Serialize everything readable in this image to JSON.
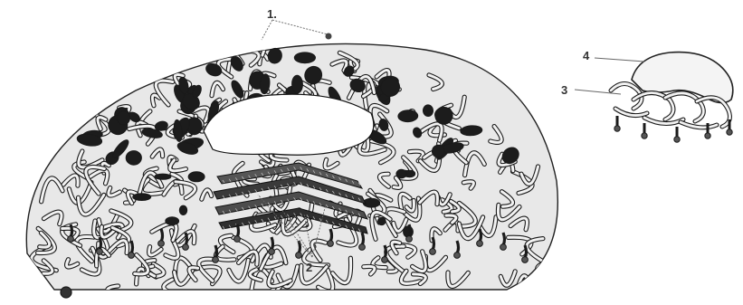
{
  "figure": {
    "callouts": [
      {
        "id": "1",
        "label": "1."
      },
      {
        "id": "2",
        "label": "2"
      },
      {
        "id": "3",
        "label": "3"
      },
      {
        "id": "4",
        "label": "4"
      }
    ]
  },
  "colors": {
    "ink": "#1a1a1a",
    "strand_fill": "#f2f2f2",
    "dark_pore": "#1c1c1c",
    "background": "#ffffff"
  }
}
